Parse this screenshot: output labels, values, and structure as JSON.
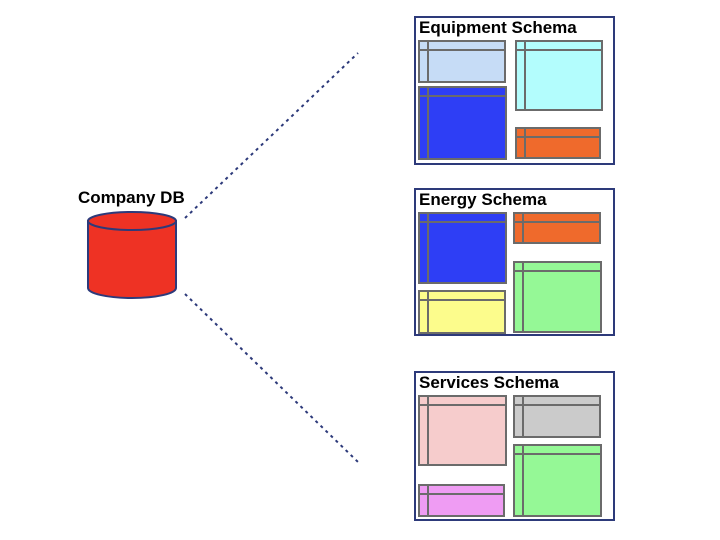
{
  "database": {
    "label": "Company DB",
    "fill_color": "#ee3224",
    "stroke_color": "#2d3a7a"
  },
  "connector_color": "#2d3a7a",
  "schemas": [
    {
      "title": "Equipment Schema",
      "tables": [
        {
          "color": "#c6dcf6"
        },
        {
          "color": "#b3fdfd"
        },
        {
          "color": "#2e3ef5"
        },
        {
          "color": "#ef6a2c"
        }
      ]
    },
    {
      "title": "Energy Schema",
      "tables": [
        {
          "color": "#2e3ef5"
        },
        {
          "color": "#ef6a2c"
        },
        {
          "color": "#fcfc8c"
        },
        {
          "color": "#95f896"
        }
      ]
    },
    {
      "title": "Services Schema",
      "tables": [
        {
          "color": "#f6cccc"
        },
        {
          "color": "#cbcbcb"
        },
        {
          "color": "#95f896"
        },
        {
          "color": "#ef9cf3"
        }
      ]
    }
  ]
}
